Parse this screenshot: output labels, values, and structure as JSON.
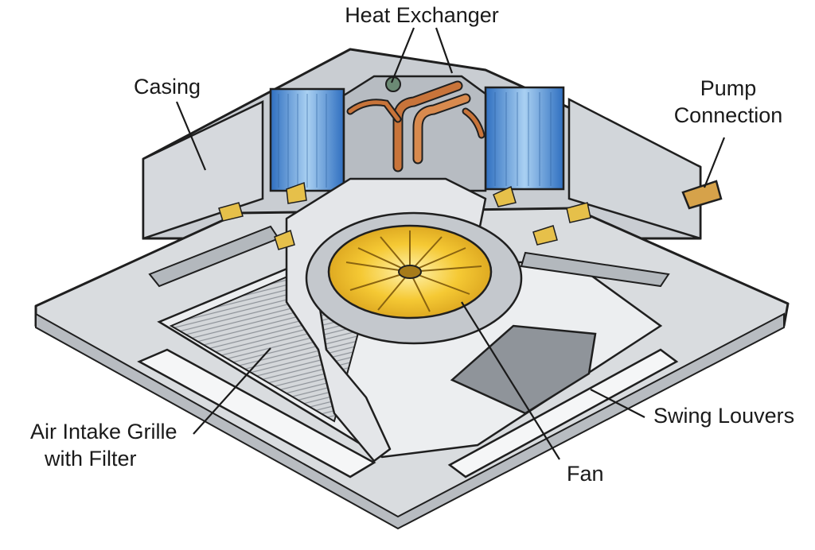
{
  "diagram": {
    "subject": "ceiling cassette air conditioner cutaway",
    "labels": {
      "heat_exchanger": "Heat Exchanger",
      "casing": "Casing",
      "pump_connection_line1": "Pump",
      "pump_connection_line2": "Connection",
      "air_intake_line1": "Air Intake Grille",
      "air_intake_line2": "with Filter",
      "swing_louvers": "Swing Louvers",
      "fan": "Fan"
    },
    "colors": {
      "outline": "#1f1f1f",
      "casing": "#c9cdd2",
      "panel": "#d9dcdf",
      "panel_light": "#eceef0",
      "coil_blue": "#4a8fd8",
      "coil_light": "#a9d0f2",
      "copper": "#c8743a",
      "fan_gold": "#f2c230",
      "fan_glow": "#ffe27a",
      "brass": "#e6c04a"
    }
  }
}
